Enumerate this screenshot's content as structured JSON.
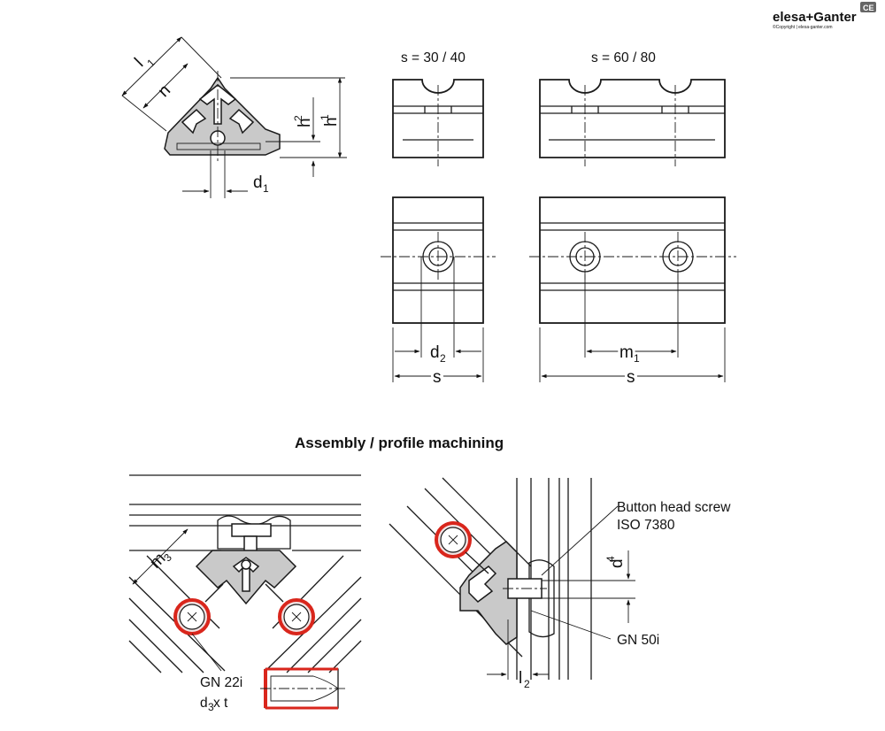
{
  "brand": {
    "name": "elesa+Ganter",
    "copyright": "©Copyright | elesa-ganter.com",
    "mark": "CE"
  },
  "header_labels": {
    "s_small": "s = 30 / 40",
    "s_large": "s = 60 / 80"
  },
  "dimensions": {
    "l1": "l",
    "l1_sub": "1",
    "n": "n",
    "h1": "h",
    "h1_sub": "1",
    "h2": "h",
    "h2_sub": "2",
    "d1": "d",
    "d1_sub": "1",
    "d2": "d",
    "d2_sub": "2",
    "m1": "m",
    "m1_sub": "1",
    "s1": "s",
    "s2": "s",
    "m3": "m",
    "m3_sub": "3",
    "d4": "d",
    "d4_sub": "4",
    "l2": "l",
    "l2_sub": "2"
  },
  "section_title": "Assembly / profile machining",
  "callouts": {
    "screw_line1": "Button head screw",
    "screw_line2": "ISO 7380",
    "gn50": "GN 50i",
    "gn22": "GN 22i",
    "d3_main": "d",
    "d3_sub": "3",
    "d3_rest": " x t"
  },
  "colors": {
    "accent_red": "#d9261c",
    "part_fill": "#c9c9c9"
  }
}
